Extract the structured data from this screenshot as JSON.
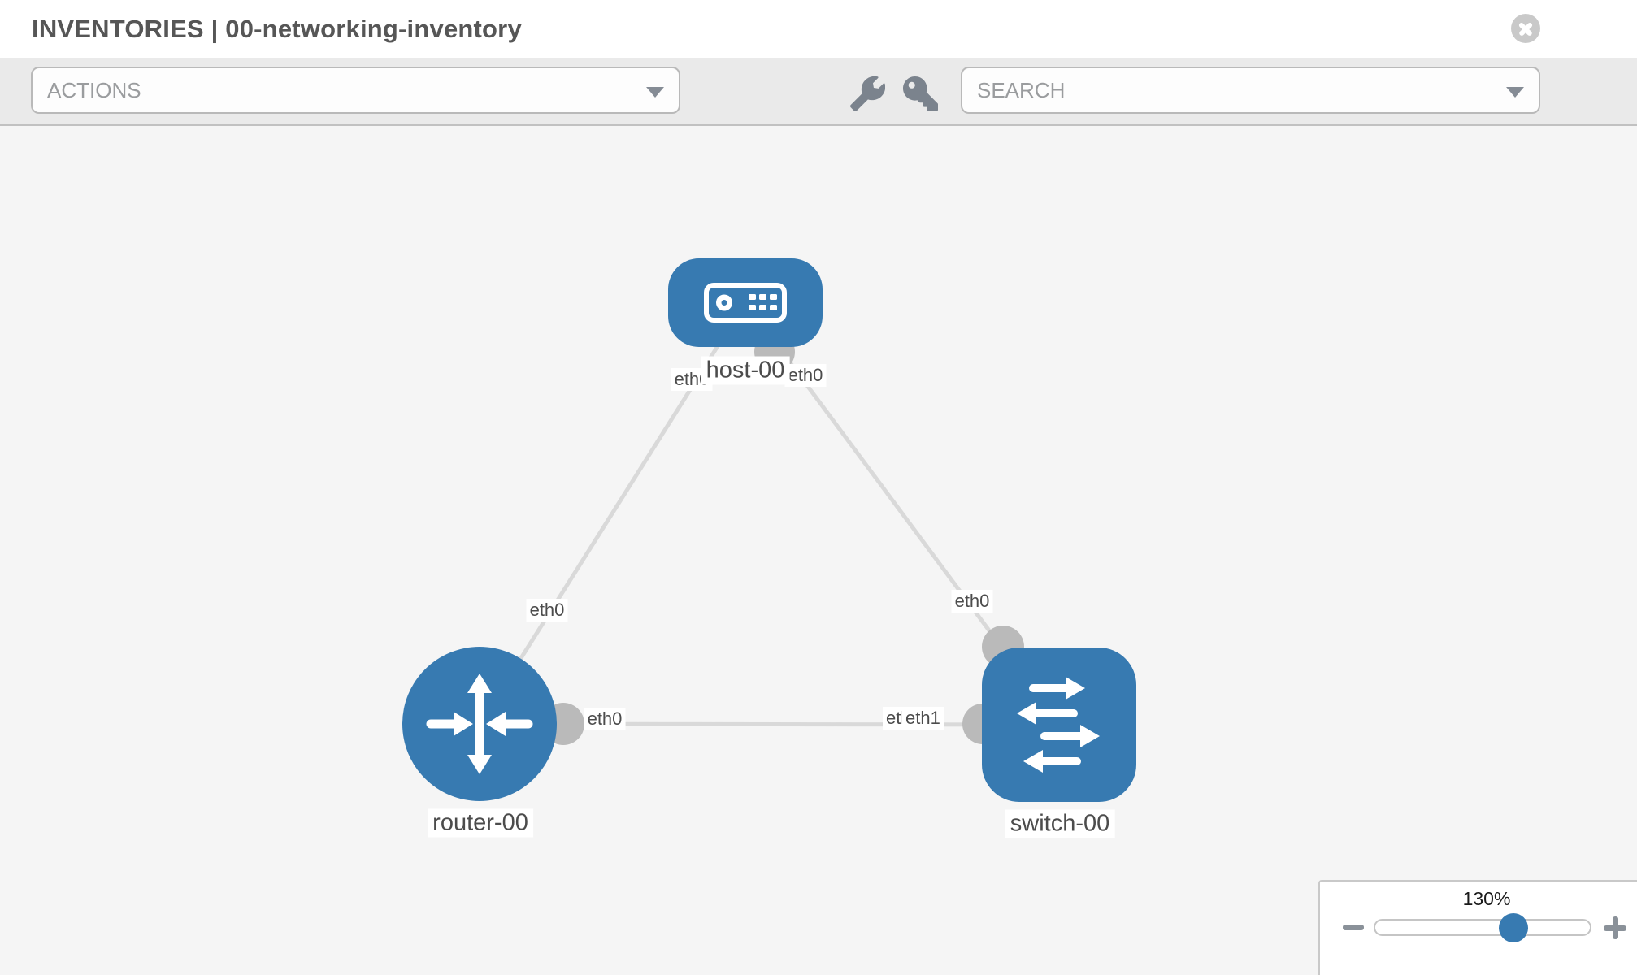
{
  "header": {
    "title": "INVENTORIES | 00-networking-inventory",
    "close_icon": "circle-x"
  },
  "toolbar": {
    "actions_label": "ACTIONS",
    "search_label": "SEARCH",
    "icons": [
      "wrench",
      "key"
    ]
  },
  "topology": {
    "nodes": [
      {
        "id": "host-00",
        "type": "host",
        "label": "host-00"
      },
      {
        "id": "router-00",
        "type": "router",
        "label": "router-00"
      },
      {
        "id": "switch-00",
        "type": "switch",
        "label": "switch-00"
      }
    ],
    "links": [
      {
        "from": "host-00",
        "from_if": "eth0",
        "to": "router-00",
        "to_if": "eth0"
      },
      {
        "from": "host-00",
        "from_if": "eth0",
        "to": "switch-00",
        "to_if": "eth0"
      },
      {
        "from": "router-00",
        "from_if": "eth0",
        "to": "switch-00",
        "to_if": "eth1",
        "to_if_overlapped": "eth0"
      }
    ]
  },
  "zoom_control": {
    "value": "130%"
  },
  "colors": {
    "node_blue": "#377ab1",
    "link_gray": "#d9d9d9",
    "port_gray": "#bababa",
    "toolbar_bg": "#eaeaea",
    "canvas_bg": "#f5f5f5"
  }
}
